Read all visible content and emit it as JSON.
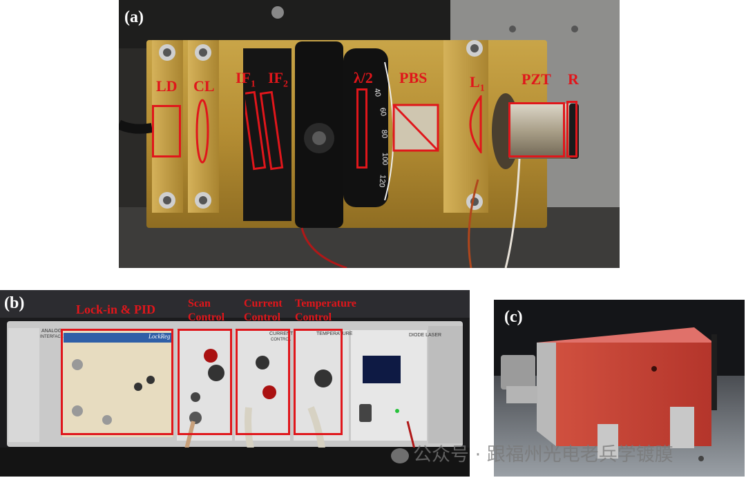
{
  "panel_a": {
    "label": "(a)",
    "components": {
      "ld": "LD",
      "cl": "CL",
      "if1_base": "IF",
      "if1_sub": "1",
      "if2_base": "IF",
      "if2_sub": "2",
      "half_wave": "λ/2",
      "pbs": "PBS",
      "l1_base": "L",
      "l1_sub": "1",
      "pzt": "PZT",
      "r": "R"
    },
    "dial_marks": [
      "40",
      "60",
      "80",
      "100",
      "120"
    ]
  },
  "panel_b": {
    "label": "(b)",
    "modules": {
      "lockin": "Lock-in & PID",
      "scan_l1": "Scan",
      "scan_l2": "Control",
      "current_l1": "Current",
      "current_l2": "Control",
      "temp_l1": "Temperature",
      "temp_l2": "Control"
    },
    "device_text": {
      "analog": "ANALOG",
      "interface": "INTERFACE",
      "lockreg": "LockReg",
      "current": "CURRENT",
      "control": "CONTROL",
      "temperature": "TEMPERATURE",
      "diode_laser": "DIODE LASER"
    }
  },
  "panel_c": {
    "label": "(c)"
  },
  "watermark": {
    "text": "公众号 · 跟福州光电老兵学镀膜"
  }
}
